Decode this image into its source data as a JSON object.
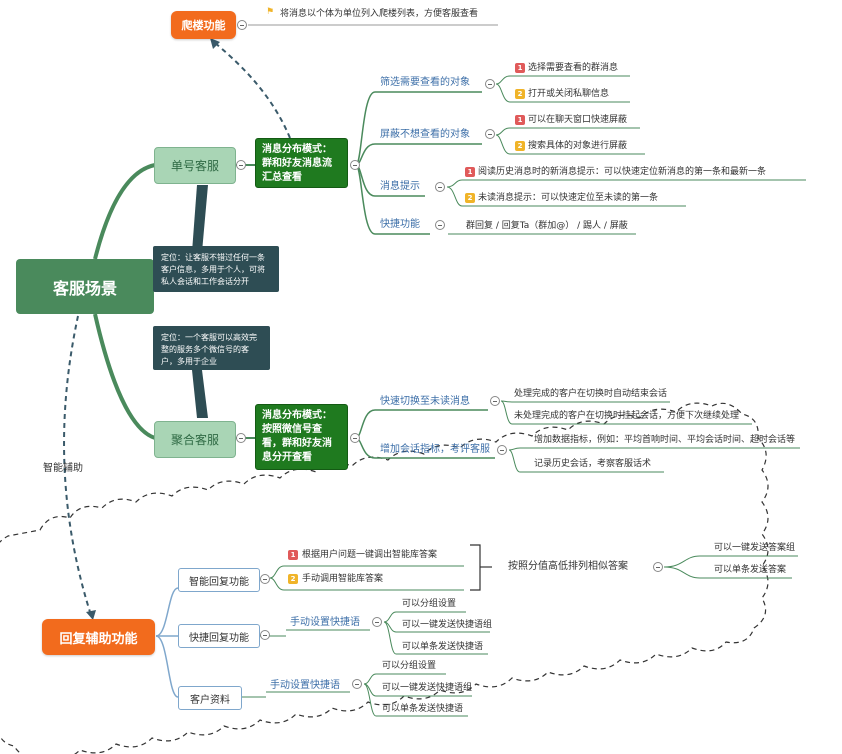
{
  "root": "客服场景",
  "top_node": {
    "label": "爬楼功能",
    "note": "将消息以个体为单位列入爬楼列表，方便客服查看"
  },
  "single": {
    "label": "单号客服",
    "mode": [
      "消息分布模式：",
      "群和好友消息流",
      "汇总查看"
    ],
    "note": [
      "定位：让客服不错过任何一条",
      "客户信息，多用于个人，可将",
      "私人会话和工作会话分开"
    ],
    "branches": {
      "filter": {
        "label": "筛选需要查看的对象",
        "items": [
          "选择需要查看的群消息",
          "打开或关闭私聊信息"
        ]
      },
      "block": {
        "label": "屏蔽不想查看的对象",
        "items": [
          "可以在聊天窗口快速屏蔽",
          "搜索具体的对象进行屏蔽"
        ]
      },
      "hint": {
        "label": "消息提示",
        "items": [
          "阅读历史消息时的新消息提示：可以快速定位新消息的第一条和最新一条",
          "未读消息提示：可以快速定位至未读的第一条"
        ]
      },
      "quick": {
        "label": "快捷功能",
        "item": "群回复 / 回复Ta（群加@） / 踢人 / 屏蔽"
      }
    }
  },
  "aggregate": {
    "label": "聚合客服",
    "mode": [
      "消息分布模式：",
      "按照微信号查",
      "看，群和好友消",
      "息分开查看"
    ],
    "note": [
      "定位：一个客服可以高效完",
      "整的服务多个微信号的客",
      "户，多用于企业"
    ],
    "branches": {
      "switch": {
        "label": "快速切换至未读消息",
        "items": [
          "处理完成的客户在切换时自动结束会话",
          "未处理完成的客户在切换时挂起会话，方便下次继续处理"
        ]
      },
      "metrics": {
        "label": "增加会话指标，考评客服",
        "items": [
          "增加数据指标，例如：平均首响时间、平均会话时间、超时会话等",
          "记录历史会话，考察客服话术"
        ]
      }
    }
  },
  "edge_label": "智能辅助",
  "assist": {
    "label": "回复辅助功能",
    "smart": {
      "label": "智能回复功能",
      "items": [
        "根据用户问题一键调出智能库答案",
        "手动调用智能库答案"
      ],
      "rank": "按照分值高低排列相似答案",
      "rank_items": [
        "可以一键发送答案组",
        "可以单条发送答案"
      ]
    },
    "quick": {
      "label": "快捷回复功能",
      "sub": "手动设置快捷语",
      "items": [
        "可以分组设置",
        "可以一键发送快捷语组",
        "可以单条发送快捷语"
      ]
    },
    "profile": {
      "label": "客户资料",
      "sub": "手动设置快捷语",
      "items": [
        "可以分组设置",
        "可以一键发送快捷语组",
        "可以单条发送快捷语"
      ]
    }
  },
  "colors": {
    "root": "#4a8a5c",
    "level1": "#a9d5b5",
    "mode": "#1f7a1f",
    "orange": "#f26b1d",
    "note": "#2e4d54",
    "branch_line": "#4a8a5c",
    "line": "#5a8a6a"
  }
}
